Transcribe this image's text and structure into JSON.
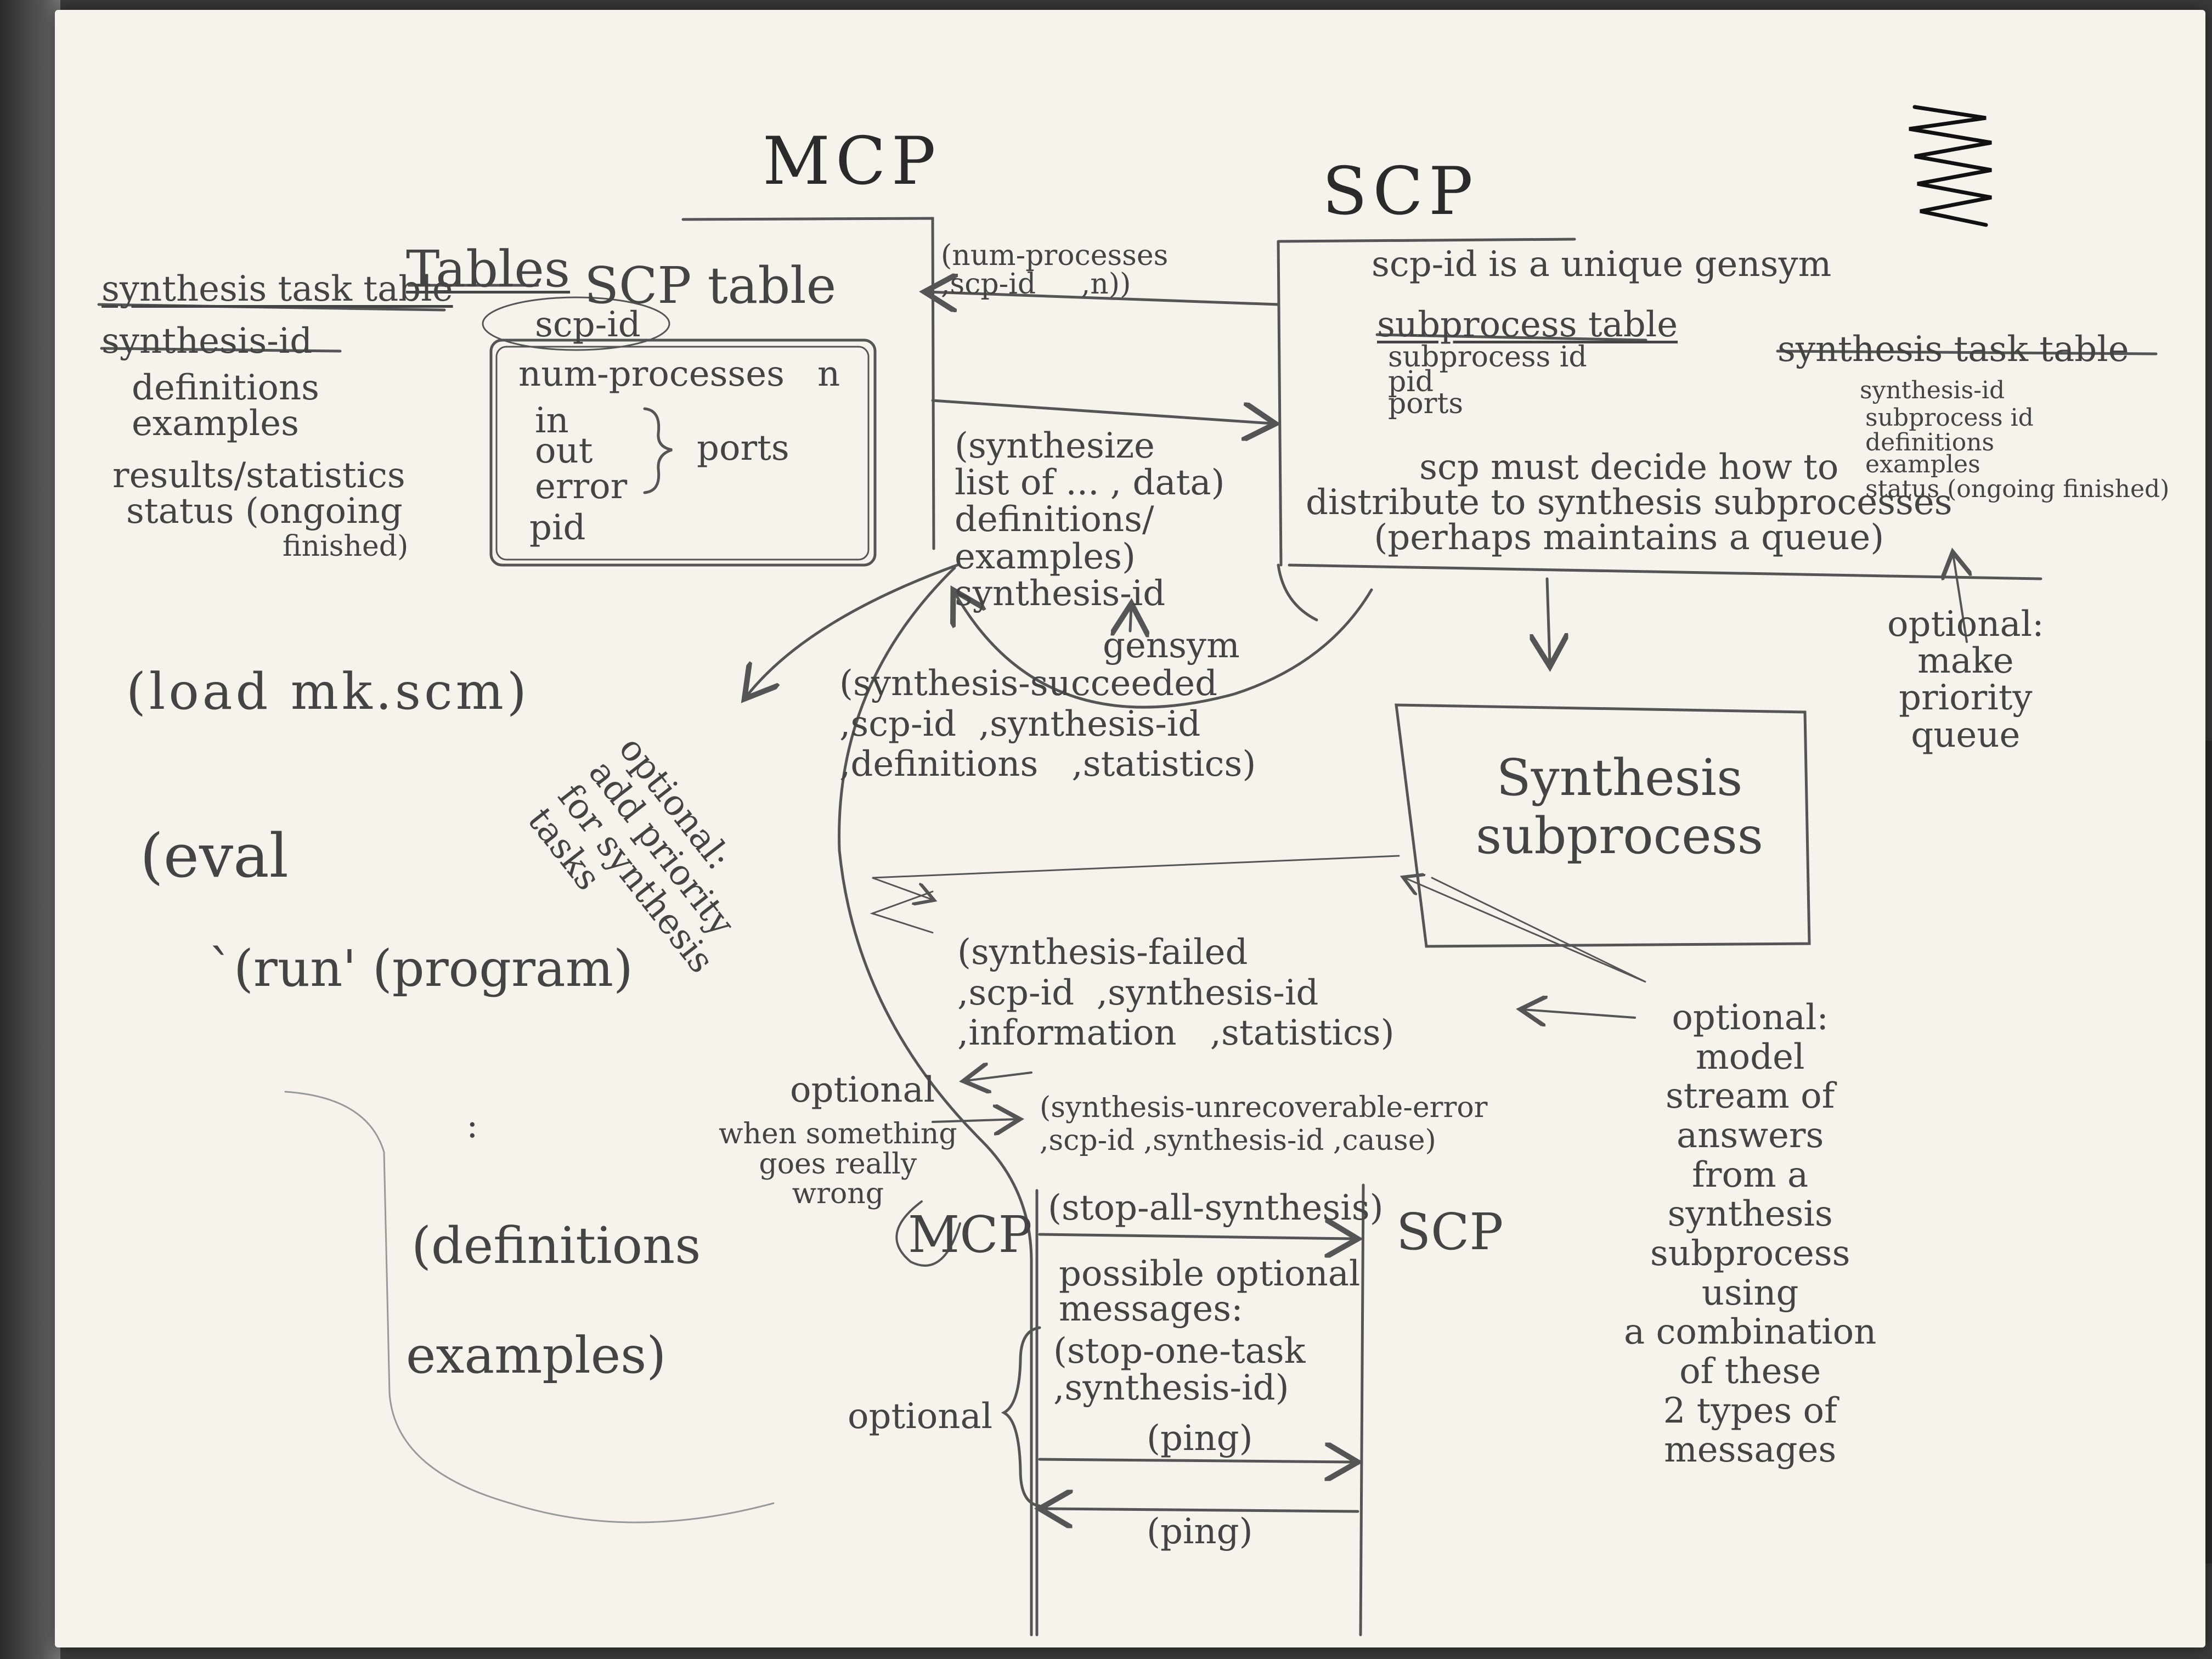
{
  "headers": {
    "mcp": "MCP",
    "scp": "SCP"
  },
  "tables_heading": "Tables",
  "mcp_synthesis_task_table": {
    "title": "synthesis task table",
    "rows": [
      "synthesis-id",
      "definitions",
      "examples",
      "results/statistics",
      "status (ongoing",
      "finished)"
    ]
  },
  "scp_table": {
    "title": "SCP table",
    "key": "scp-id",
    "num_processes": "num-processes",
    "num_value": "n",
    "ports_list": [
      "in",
      "out",
      "error"
    ],
    "ports_label": "ports",
    "pid": "pid"
  },
  "messages": {
    "num_processes": "(num-processes\n,scp-id     ,n))",
    "synthesize": "(synthesize\nlist of ... , data)\ndefinitions/\nexamples)\nsynthesis-id",
    "gensym": "gensym",
    "succeeded": "(synthesis-succeeded\n,scp-id  ,synthesis-id\n,definitions   ,statistics)",
    "failed": "(synthesis-failed\n,scp-id  ,synthesis-id\n,information   ,statistics)",
    "unrecoverable": "(synthesis-unrecoverable-error\n,scp-id ,synthesis-id ,cause)"
  },
  "scp_side": {
    "note": "scp-id is a unique gensym",
    "subprocess_table_title": "subprocess table",
    "subprocess_rows": [
      "subprocess id",
      "pid",
      "ports"
    ],
    "synthesis_task_table_title": "synthesis task table",
    "synthesis_rows": [
      "synthesis-id",
      "subprocess id",
      "definitions",
      "examples",
      "status (ongoing  finished)"
    ],
    "decide": "scp must decide how to\ndistribute to synthesis subprocesses\n(perhaps maintains a queue)",
    "optional_priority_queue": "optional:\nmake\npriority\nqueue",
    "subprocess_box": "Synthesis\nsubprocess"
  },
  "left_notes": {
    "load": "(load mk.scm)",
    "eval": "(eval",
    "run": "`(run' (program)",
    "dots": ":",
    "definitions": "(definitions",
    "examples": "examples)",
    "optional_priority": "optional:\nadd priority\nfor synthesis\ntasks"
  },
  "stream_note": "optional:\nmodel\nstream of\nanswers\nfrom a\nsynthesis\nsubprocess\nusing\na combination\nof these\n2 types of\nmessages",
  "bottom": {
    "optional_label": "optional",
    "wrong_note": "when something\ngoes really\nwrong",
    "mcp": "MCP",
    "scp": "SCP",
    "stop_all": "(stop-all-synthesis)",
    "possible": "possible optional\nmessages:",
    "optional_side": "optional",
    "stop_one": "(stop-one-task\n,synthesis-id)",
    "ping_out": "(ping)",
    "ping_in": "(ping)"
  }
}
